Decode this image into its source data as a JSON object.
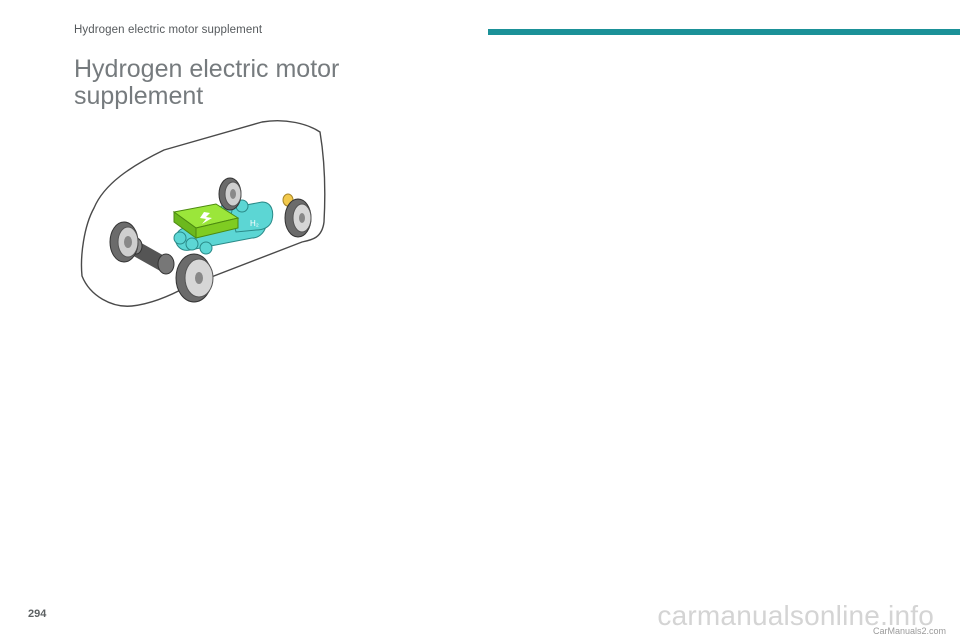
{
  "header": {
    "section_title": "Hydrogen electric motor supplement",
    "bar_color": "#1b9198"
  },
  "page": {
    "title": "Hydrogen electric motor supplement",
    "number": "294"
  },
  "illustration": {
    "h2_label": "H₂",
    "colors": {
      "battery": "#8bdb2a",
      "tanks": "#5cd6d4",
      "fuel_flap": "#f2c94c",
      "body_line": "#4a4a4a"
    }
  },
  "watermark": {
    "text": "carmanualsonline.info",
    "small_text": "CarManuals2.com"
  }
}
